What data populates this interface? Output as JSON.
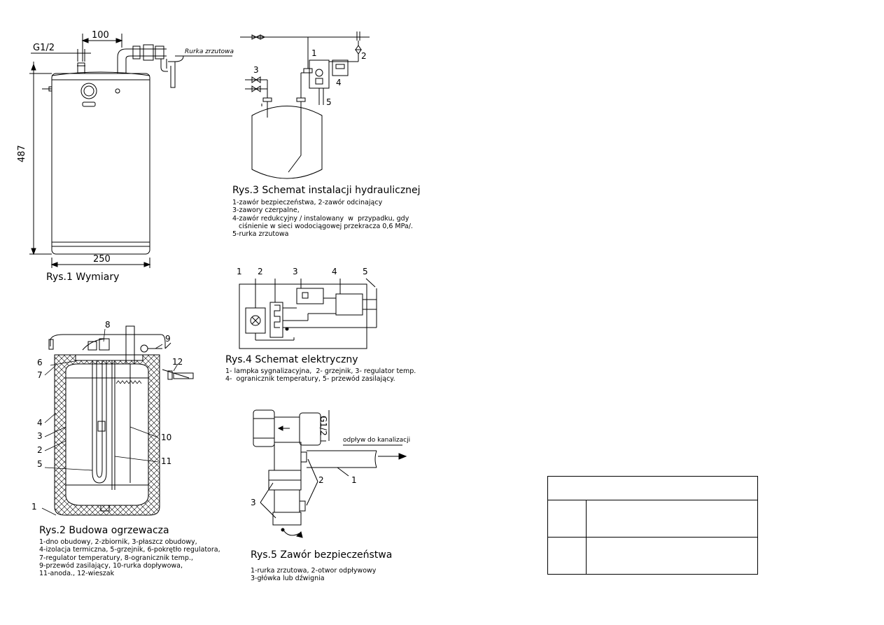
{
  "fig1": {
    "caption": "Rys.1 Wymiary",
    "dim_top": "100",
    "dim_thread": "G1/2",
    "dim_height": "487",
    "dim_width": "250",
    "pipe_label": "Rurka zrzutowa"
  },
  "fig2": {
    "caption": "Rys.2 Budowa ogrzewacza",
    "legend": "1-dno obudowy, 2-zbiornik, 3-płaszcz obudowy,\n4-izolacja termiczna, 5-grzejnik, 6-pokrętło regulatora,\n7-regulator temperatury, 8-ogranicznik temp.,\n9-przewód zasilający, 10-rurka dopływowa,\n11-anoda., 12-wieszak",
    "callouts": [
      "1",
      "2",
      "3",
      "4",
      "5",
      "6",
      "7",
      "8",
      "9",
      "10",
      "11",
      "12"
    ]
  },
  "fig3": {
    "caption": "Rys.3 Schemat instalacji hydraulicznej",
    "legend": "1-zawór bezpieczeństwa, 2-zawór odcinający\n3-zawory czerpalne,\n4-zawór redukcyjny / instalowany  w  przypadku, gdy\n   ciśnienie w sieci wodociągowej przekracza 0,6 MPa/.\n5-rurka zrzutowa",
    "callouts": [
      "1",
      "2",
      "3",
      "4",
      "5"
    ]
  },
  "fig4": {
    "caption": "Rys.4   Schemat elektryczny",
    "legend": "1- lampka sygnalizacyjna,  2- grzejnik, 3- regulator temp.\n4-  ogranicznik temperatury, 5- przewód zasilający.",
    "callouts": [
      "1",
      "2",
      "3",
      "4",
      "5"
    ]
  },
  "fig5": {
    "caption": "Rys.5 Zawór bezpieczeństwa",
    "legend": "1-rurka zrzutowa, 2-otwor odpływowy\n3-główka lub dźwignia",
    "thread": "G1/2",
    "drain_label": "odpływ do kanalizacji",
    "callouts": [
      "1",
      "2",
      "3"
    ]
  },
  "table": {
    "header": "",
    "rows": [
      [
        "",
        ""
      ],
      [
        "",
        ""
      ]
    ]
  }
}
